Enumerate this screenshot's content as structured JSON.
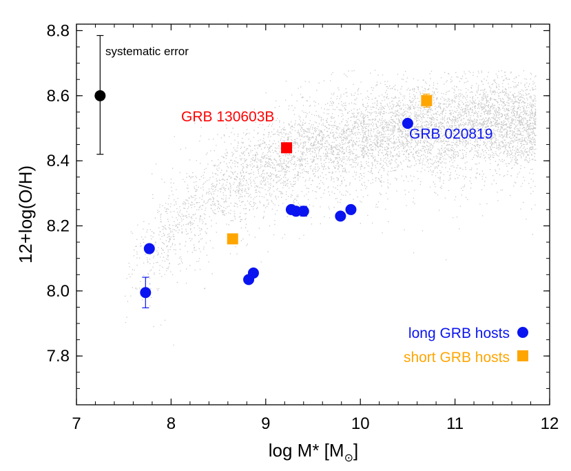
{
  "chart_data": {
    "type": "scatter",
    "title": "",
    "xlabel": "log M* [M",
    "xlabel_sub": "⊙",
    "xlabel_end": "]",
    "ylabel": "12+log(O/H)",
    "xlim": [
      7,
      12
    ],
    "ylim": [
      7.65,
      8.82
    ],
    "x_ticks": [
      7,
      8,
      9,
      10,
      11,
      12
    ],
    "x_tick_labels": [
      "7",
      "8",
      "9",
      "10",
      "11",
      "12"
    ],
    "y_ticks": [
      7.8,
      8.0,
      8.2,
      8.4,
      8.6,
      8.8
    ],
    "y_tick_labels": [
      "7.8",
      "8.0",
      "8.2",
      "8.4",
      "8.6",
      "8.8"
    ],
    "grid": false,
    "background_cloud_color": "#bdbdbd",
    "systematic_error": {
      "label": "systematic error",
      "x": 7.25,
      "y": 8.6,
      "yerr_low": 8.42,
      "yerr_high": 8.785,
      "color": "#000000"
    },
    "series": [
      {
        "name": "long GRB hosts",
        "marker": "circle",
        "color": "#0a14f0",
        "points": [
          {
            "x": 7.73,
            "y": 7.995,
            "yerr_low": 7.948,
            "yerr_high": 8.042
          },
          {
            "x": 7.77,
            "y": 8.13
          },
          {
            "x": 8.82,
            "y": 8.035
          },
          {
            "x": 8.87,
            "y": 8.055
          },
          {
            "x": 9.27,
            "y": 8.25
          },
          {
            "x": 9.32,
            "y": 8.245
          },
          {
            "x": 9.4,
            "y": 8.245,
            "yerr_low": 8.23,
            "yerr_high": 8.26
          },
          {
            "x": 9.79,
            "y": 8.23
          },
          {
            "x": 9.9,
            "y": 8.25
          },
          {
            "x": 10.5,
            "y": 8.515
          }
        ]
      },
      {
        "name": "short GRB hosts",
        "marker": "square",
        "color": "#ffa500",
        "points": [
          {
            "x": 8.65,
            "y": 8.16
          },
          {
            "x": 10.7,
            "y": 8.585,
            "yerr_low": 8.565,
            "yerr_high": 8.605
          }
        ]
      },
      {
        "name": "GRB 130603B",
        "marker": "square",
        "color": "#ff0000",
        "points": [
          {
            "x": 9.22,
            "y": 8.44
          }
        ]
      }
    ],
    "annotations": [
      {
        "text": "GRB 130603B",
        "color": "#ff0000"
      },
      {
        "text": "GRB 020819",
        "color": "#0a14f0"
      }
    ],
    "legend": {
      "position": "bottom-right",
      "entries": [
        {
          "label": "long GRB hosts",
          "color": "#0a14f0",
          "marker": "circle"
        },
        {
          "label": "short GRB hosts",
          "color": "#ffa500",
          "marker": "square"
        }
      ]
    }
  }
}
